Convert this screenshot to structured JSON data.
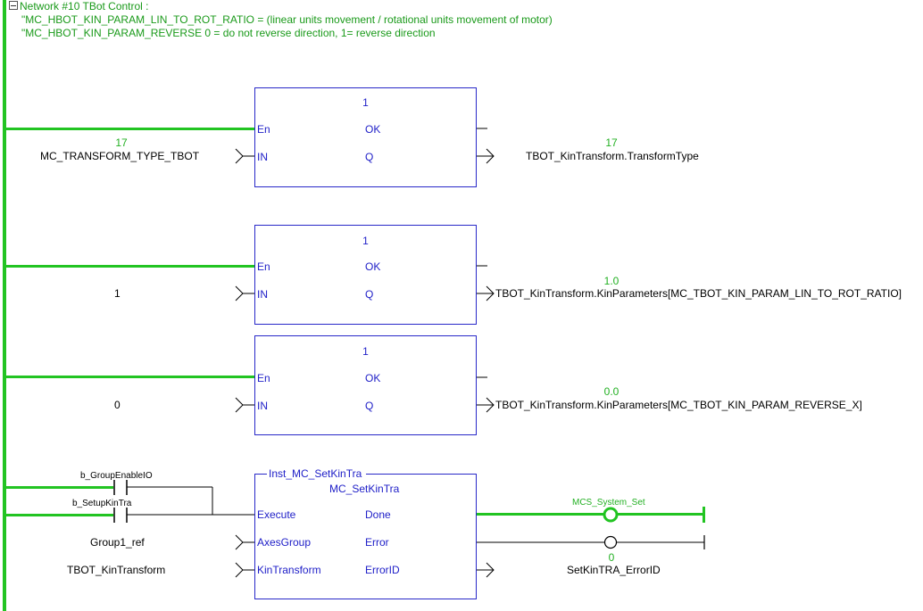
{
  "network": {
    "title": "Network #10 TBot Control :",
    "comment_line1": "\"MC_HBOT_KIN_PARAM_LIN_TO_ROT_RATIO = (linear units movement / rotational units movement of motor)",
    "comment_line2": "\"MC_HBOT_KIN_PARAM_REVERSE   0 = do not reverse direction, 1= reverse direction"
  },
  "blocks": [
    {
      "number": "1",
      "pins": {
        "en": "En",
        "ok": "OK",
        "in": "IN",
        "q": "Q"
      },
      "input_value": "17",
      "input_label": "MC_TRANSFORM_TYPE_TBOT",
      "output_value": "17",
      "output_label": "TBOT_KinTransform.TransformType"
    },
    {
      "number": "1",
      "pins": {
        "en": "En",
        "ok": "OK",
        "in": "IN",
        "q": "Q"
      },
      "input_label": "1",
      "output_value": "1.0",
      "output_label": "TBOT_KinTransform.KinParameters[MC_TBOT_KIN_PARAM_LIN_TO_ROT_RATIO]"
    },
    {
      "number": "1",
      "pins": {
        "en": "En",
        "ok": "OK",
        "in": "IN",
        "q": "Q"
      },
      "input_label": "0",
      "output_value": "0.0",
      "output_label": "TBOT_KinTransform.KinParameters[MC_TBOT_KIN_PARAM_REVERSE_X]"
    }
  ],
  "fb": {
    "instance": "Inst_MC_SetKinTra",
    "type": "MC_SetKinTra",
    "inputs": {
      "execute": "Execute",
      "axes_group": "AxesGroup",
      "kin_transform": "KinTransform"
    },
    "outputs": {
      "done": "Done",
      "error": "Error",
      "error_id": "ErrorID"
    },
    "contact1": "b_GroupEnableIO",
    "contact2": "b_SetupKinTra",
    "axes_group_var": "Group1_ref",
    "kin_transform_var": "TBOT_KinTransform",
    "coil1": "MCS_System_Set",
    "error_id_value": "0",
    "error_id_var": "SetKinTRA_ErrorID"
  },
  "colors": {
    "power": "#22c422",
    "block": "#2828c8",
    "comment": "#1a9a1a",
    "value": "#22b022"
  }
}
